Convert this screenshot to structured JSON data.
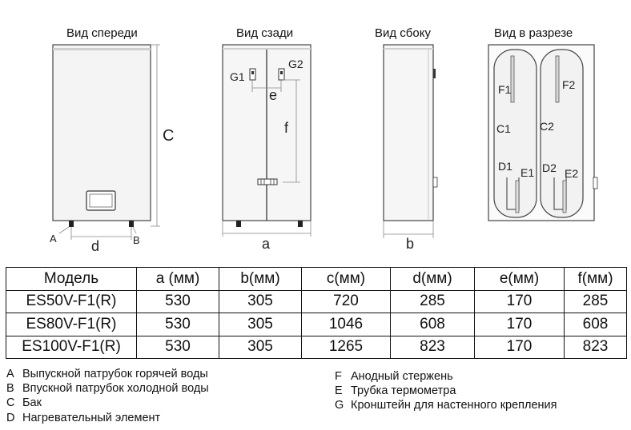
{
  "views": {
    "front": "Вид спереди",
    "back": "Вид сзади",
    "side": "Вид сбоку",
    "section": "Вид в разрезе"
  },
  "drawing_labels": {
    "A": "A",
    "B": "B",
    "C": "C",
    "d": "d",
    "a": "a",
    "b": "b",
    "e": "e",
    "f": "f",
    "G1": "G1",
    "G2": "G2",
    "F1": "F1",
    "F2": "F2",
    "C1": "C1",
    "C2": "C2",
    "D1": "D1",
    "D2": "D2",
    "E1": "E1",
    "E2": "E2"
  },
  "table": {
    "headers": [
      "Модель",
      "a (мм)",
      "b(мм)",
      "c(мм)",
      "d(мм)",
      "e(мм)",
      "f(мм)"
    ],
    "rows": [
      [
        "ES50V-F1(R)",
        "530",
        "305",
        "720",
        "285",
        "170",
        "285"
      ],
      [
        "ES80V-F1(R)",
        "530",
        "305",
        "1046",
        "608",
        "170",
        "608"
      ],
      [
        "ES100V-F1(R)",
        "530",
        "305",
        "1265",
        "823",
        "170",
        "823"
      ]
    ]
  },
  "legend": {
    "left": [
      {
        "key": "A",
        "text": "Выпускной патрубок горячей воды"
      },
      {
        "key": "B",
        "text": "Впускной патрубок холодной воды"
      },
      {
        "key": "C",
        "text": "Бак"
      },
      {
        "key": "D",
        "text": "Нагревательный элемент"
      }
    ],
    "right": [
      {
        "key": "F",
        "text": "Анодный стержень"
      },
      {
        "key": "E",
        "text": "Трубка термометра"
      },
      {
        "key": "G",
        "text": "Кронштейн для настенного крепления"
      }
    ]
  }
}
